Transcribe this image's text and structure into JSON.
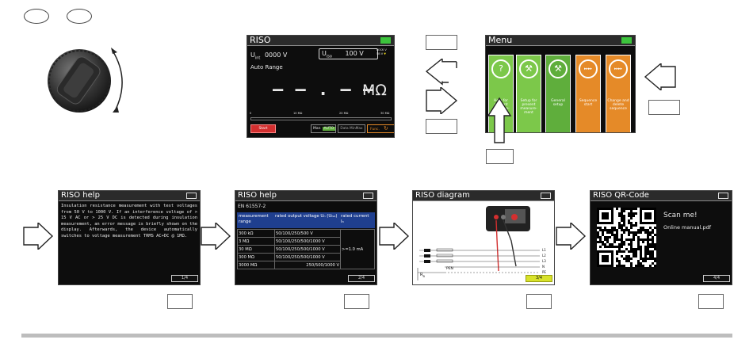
{
  "colors": {
    "green": "#5fae3c",
    "orange": "#e58a28",
    "blue": "#1f3f8f",
    "yellow": "#d8e22a",
    "red": "#d32f2f"
  },
  "riso": {
    "title": "RISO",
    "u_int_label": "U",
    "u_int_sub": "int",
    "u_int_value": "0000 V",
    "u_iso_label": "U",
    "u_iso_sub": "iso",
    "u_iso_value": "100 V",
    "lock_label": "LOCK V",
    "lock_value": "5B V",
    "auto_range": "Auto Range",
    "reading": "– – . – –",
    "unit": "MΩ",
    "scale": [
      "0",
      "10 MΩ",
      "20 MΩ",
      "30 MΩ"
    ],
    "start": "Start",
    "man": "Man",
    "auto": "AUTO",
    "data": "Data MinMax",
    "func": "Func."
  },
  "menu": {
    "title": "Menu",
    "tiles": [
      {
        "icon": "?",
        "label": "Help for present measure-ment",
        "color": "green"
      },
      {
        "icon": "⚒",
        "label": "Setup for present measure-ment",
        "color": "green"
      },
      {
        "icon": "⚒",
        "label": "General setup",
        "color": "green"
      },
      {
        "icon": "▸▸▸▸",
        "label": "Sequence start",
        "color": "orange"
      },
      {
        "icon": "▸▸▸▸",
        "label": "Change and delete sequence",
        "color": "orange"
      }
    ]
  },
  "help1": {
    "title": "RISO help",
    "text": "Insulation resistance measurement with test voltages from 50 V to 1000 V. If an interference voltage of > 15 V AC or > 25 V DC is detected during insulation measurement, an error message is briefly shown on the display. Afterwards, the device automatically switches to voltage measurement TRMS AC+DC @ 1MΩ.",
    "page": "1/4"
  },
  "help2": {
    "title": "RISO help",
    "standard": "EN 61557-2",
    "headers": [
      "measurement range",
      "rated output voltage Uₙ (Uₗₛₒ)",
      "rated current Iₙ"
    ],
    "rows": [
      [
        "300 kΩ",
        "50/100/250/500 V"
      ],
      [
        "3 MΩ",
        "50/100/250/500/1000 V"
      ],
      [
        "30 MΩ",
        "50/100/250/500/1000 V"
      ],
      [
        "300 MΩ",
        "50/100/250/500/1000 V"
      ],
      [
        "3000 MΩ",
        "250/500/1000 V"
      ]
    ],
    "current": ">=1.0 mA",
    "page": "2/4"
  },
  "diagram": {
    "title": "RISO diagram",
    "lines": [
      "L1",
      "L2",
      "L3",
      "N",
      "PE"
    ],
    "pen": "PEN",
    "rb": "R",
    "rb_sub": "B",
    "page": "3/4"
  },
  "qr": {
    "title": "RISO QR-Code",
    "scan": "Scan me!",
    "manual": "Online manual.pdf",
    "page": "4/4"
  }
}
